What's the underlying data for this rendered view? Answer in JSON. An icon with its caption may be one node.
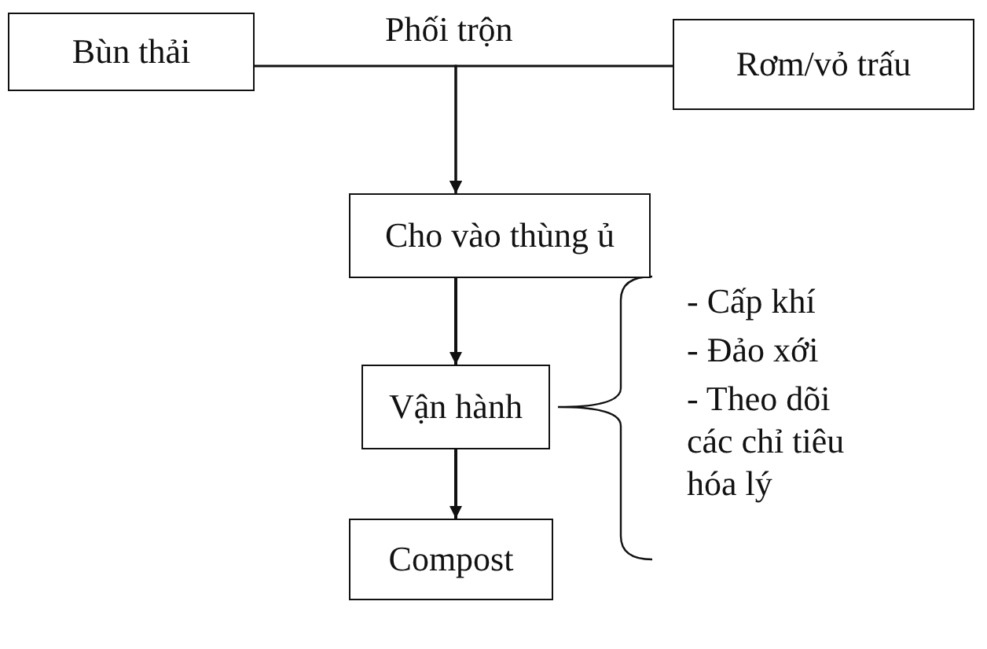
{
  "diagram": {
    "nodes": [
      {
        "text": [
          "Bùn thải"
        ]
      },
      {
        "text": [
          "Rơm/vỏ trấu"
        ]
      },
      {
        "text": [
          "Cho vào thùng ủ"
        ]
      },
      {
        "text": [
          "Vận hành"
        ],
        "beside": [
          "- Cấp khí",
          "- Đảo xới",
          "- Theo dõi các chỉ tiêu hóa lý"
        ]
      },
      {
        "text": [
          "Compost"
        ]
      }
    ],
    "edges": [
      {
        "from": 0,
        "to": 2,
        "arrow": "to"
      },
      {
        "from": 1,
        "to": 2,
        "arrow": "to"
      },
      {
        "from": 2,
        "to": 3,
        "arrow": "to"
      },
      {
        "from": 3,
        "to": 4,
        "arrow": "to"
      }
    ],
    "labels": [
      "Phối trộn"
    ]
  }
}
